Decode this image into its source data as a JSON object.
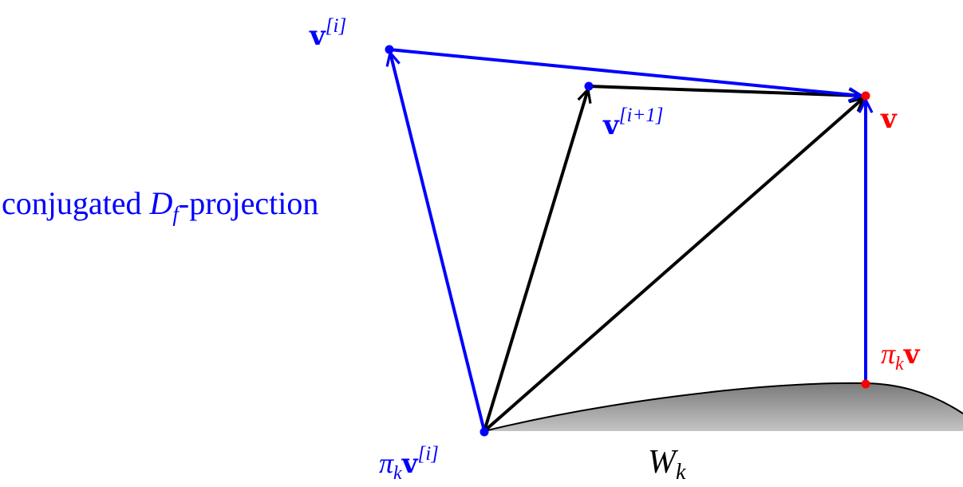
{
  "colors": {
    "blue": "#0000ff",
    "red": "#ff0000",
    "black": "#000000",
    "region_top": "#808080",
    "region_bottom": "#c0c0c0"
  },
  "labels": {
    "v_i_base": "v",
    "v_i_sup": "[i]",
    "v_i1_base": "v",
    "v_i1_sup": "[i+1]",
    "v": "v",
    "pi_v_pi": "π",
    "pi_v_sub": "k",
    "pi_v_v": "v",
    "pi_vi_pi": "π",
    "pi_vi_sub": "k",
    "pi_vi_v": "v",
    "pi_vi_sup": "[i]",
    "projection_pre": "conjugated ",
    "projection_D": "D",
    "projection_sub": "f",
    "projection_post": "-projection",
    "region_W": "W",
    "region_sub": "k"
  }
}
